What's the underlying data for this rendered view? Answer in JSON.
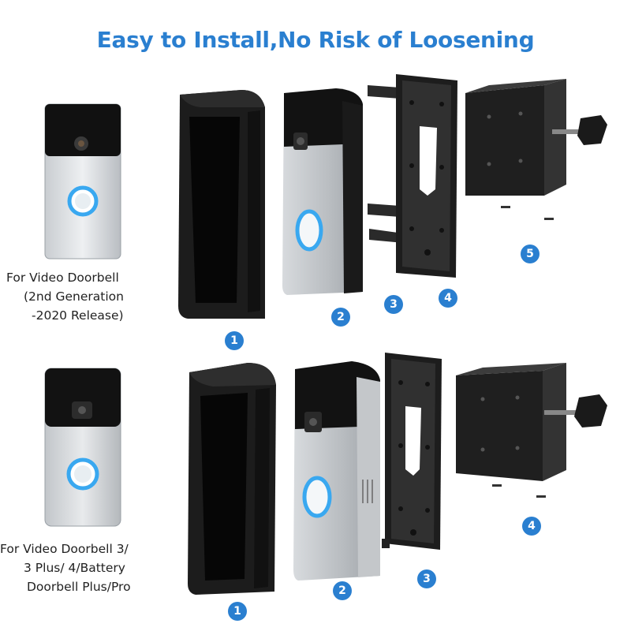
{
  "title": "Easy to Install,No Risk of Loosening",
  "accent_color": "#2a7fd0",
  "top_row": {
    "caption_lines": [
      "For Video Doorbell",
      "(2nd Generation",
      "-2020 Release)"
    ],
    "badges": [
      "1",
      "2",
      "3",
      "4",
      "5"
    ]
  },
  "bottom_row": {
    "caption_lines": [
      "For Video Doorbell 3/",
      "3 Plus/ 4/Battery",
      "Doorbell Plus/Pro"
    ],
    "badges": [
      "1",
      "2",
      "3",
      "4"
    ]
  }
}
